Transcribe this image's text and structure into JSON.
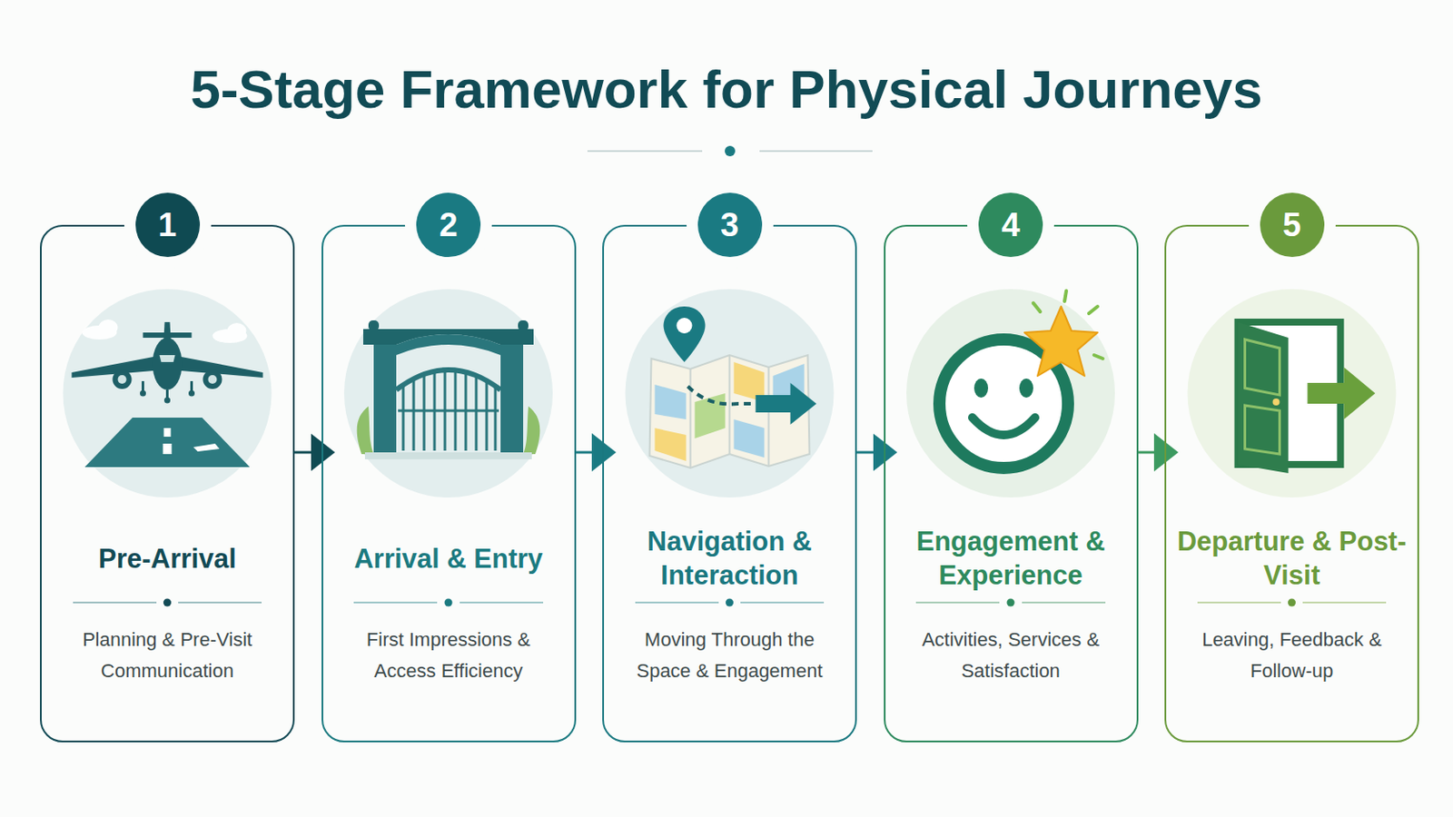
{
  "diagram": {
    "title": "5-Stage Framework for Physical Journeys",
    "nodes": [
      {
        "text": [
          "Pre-Arrival",
          "Planning & Pre-Visit Communication"
        ]
      },
      {
        "text": [
          "Arrival & Entry",
          "First Impressions & Access Efficiency"
        ]
      },
      {
        "text": [
          "Navigation & Interaction",
          "Moving Through the Space & Engagement"
        ]
      },
      {
        "text": [
          "Engagement & Experience",
          "Activities, Services & Satisfaction"
        ]
      },
      {
        "text": [
          "Departure & Post-Visit",
          "Leaving, Feedback & Follow-up"
        ]
      }
    ],
    "edges": [
      {
        "from": 0,
        "to": 1,
        "arrow": "to"
      },
      {
        "from": 1,
        "to": 2,
        "arrow": "to"
      },
      {
        "from": 2,
        "to": 3,
        "arrow": "to"
      },
      {
        "from": 3,
        "to": 4,
        "arrow": "to"
      }
    ],
    "labels": [
      "1",
      "2",
      "3",
      "4",
      "5"
    ]
  }
}
